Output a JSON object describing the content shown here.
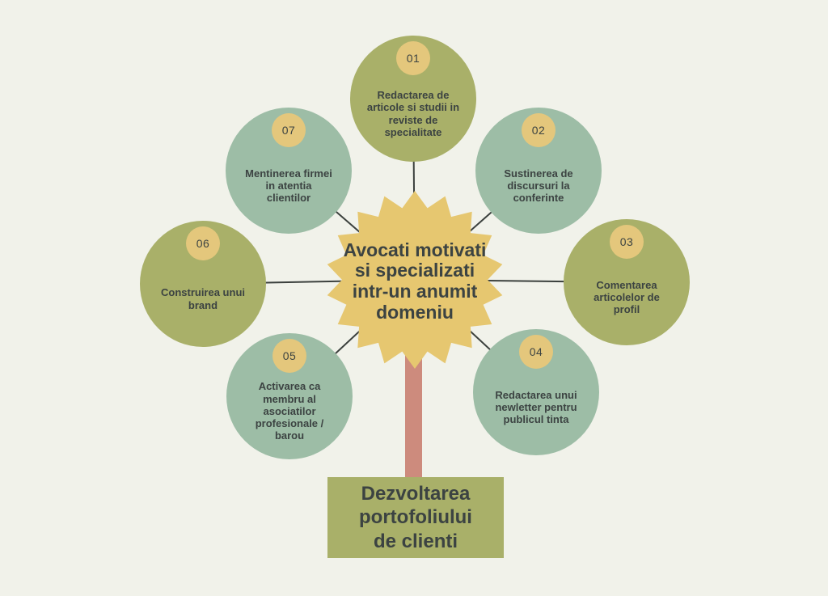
{
  "colors": {
    "background": "#f1f2ea",
    "olive": "#a9b069",
    "sage": "#9dbda6",
    "starburst": "#e6c770",
    "badge": "#e4c77c",
    "stem": "#cd8b7d",
    "connector": "#3b403d",
    "text": "#3c4342"
  },
  "center": {
    "label_lines": [
      "Avocati motivati",
      "si specializati",
      "intr-un anumit",
      "domeniu"
    ]
  },
  "root": {
    "label_lines": [
      "Dezvoltarea",
      "portofoliului",
      "de clienti"
    ]
  },
  "nodes": [
    {
      "number": "01",
      "tone": "olive",
      "label_lines": [
        "Redactarea de",
        "articole si studii in",
        "reviste de",
        "specialitate"
      ]
    },
    {
      "number": "02",
      "tone": "sage",
      "label_lines": [
        "Sustinerea de",
        "discursuri la",
        "conferinte"
      ]
    },
    {
      "number": "03",
      "tone": "olive",
      "label_lines": [
        "Comentarea",
        "articolelor de",
        "profil"
      ]
    },
    {
      "number": "04",
      "tone": "sage",
      "label_lines": [
        "Redactarea unui",
        "newletter pentru",
        "publicul tinta"
      ]
    },
    {
      "number": "05",
      "tone": "sage",
      "label_lines": [
        "Activarea ca",
        "membru al",
        "asociatilor",
        "profesionale /",
        "barou"
      ]
    },
    {
      "number": "06",
      "tone": "olive",
      "label_lines": [
        "Construirea unui",
        "brand"
      ]
    },
    {
      "number": "07",
      "tone": "sage",
      "label_lines": [
        "Mentinerea firmei",
        "in atentia",
        "clientilor"
      ]
    }
  ]
}
